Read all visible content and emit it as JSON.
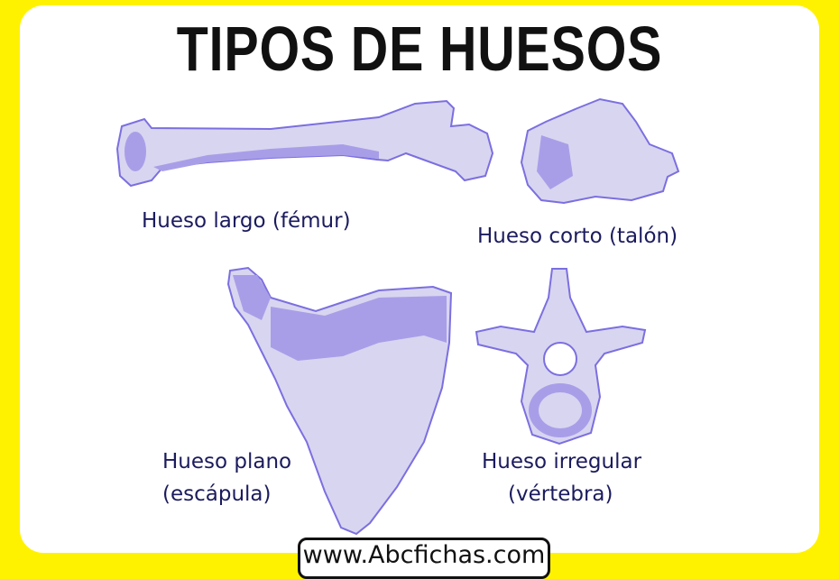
{
  "title": "TIPOS DE HUESOS",
  "bones": [
    {
      "label": "Hueso largo (fémur)"
    },
    {
      "label": "Hueso corto (talón)"
    },
    {
      "label_line1": "Hueso plano",
      "label_line2": "(escápula)"
    },
    {
      "label_line1": "Hueso irregular",
      "label_line2": "(vértebra)"
    }
  ],
  "watermark": "www.Abcfichas.com",
  "colors": {
    "frame": "#fff200",
    "bone_fill": "#d8d5f0",
    "bone_shade": "#a89ee8",
    "bone_outline": "#7b6fe0",
    "label_text": "#1b1b5e"
  }
}
